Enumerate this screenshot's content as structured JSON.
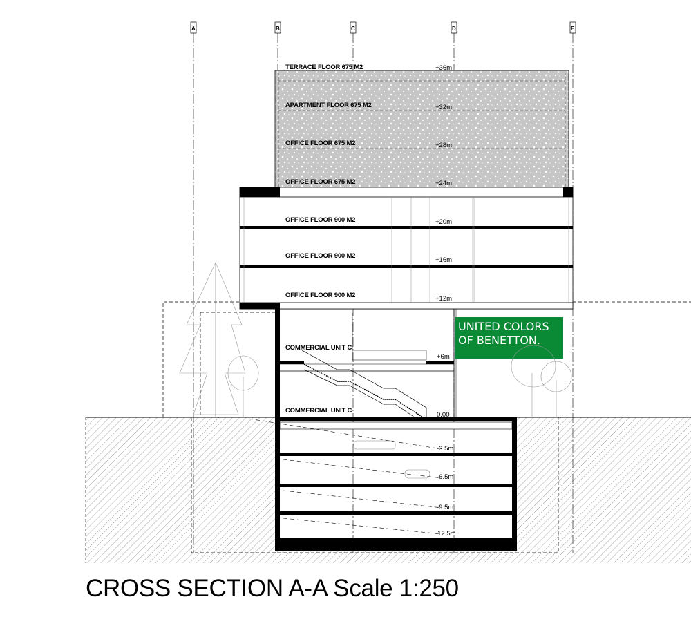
{
  "title": "CROSS SECTION A-A  Scale 1:250",
  "grid_labels": [
    "A",
    "B",
    "C",
    "D",
    "E"
  ],
  "floors": [
    {
      "label": "TERRACE FLOOR 675 M2",
      "elevation": "+36m"
    },
    {
      "label": "APARTMENT FLOOR 675 M2",
      "elevation": "+32m"
    },
    {
      "label": "OFFICE FLOOR 675 M2",
      "elevation": "+28m"
    },
    {
      "label": "OFFICE FLOOR 675 M2",
      "elevation": "+24m"
    },
    {
      "label": "OFFICE FLOOR 900 M2",
      "elevation": "+20m"
    },
    {
      "label": "OFFICE FLOOR 900 M2",
      "elevation": "+16m"
    },
    {
      "label": "OFFICE FLOOR 900 M2",
      "elevation": "+12m"
    },
    {
      "label": "COMMERCIAL UNIT C",
      "elevation": "+6m"
    },
    {
      "label": "COMMERCIAL UNIT C",
      "elevation": "0.00"
    }
  ],
  "basement_elevations": [
    "-3.5m",
    "-6.5m",
    "-9.5m",
    "-12.5m"
  ],
  "sign": {
    "line1": "UNITED COLORS",
    "line2": "OF BENETTON.",
    "color": "#0b8a36"
  },
  "colors": {
    "facade": "#c9c9c9",
    "ink": "#000000"
  }
}
